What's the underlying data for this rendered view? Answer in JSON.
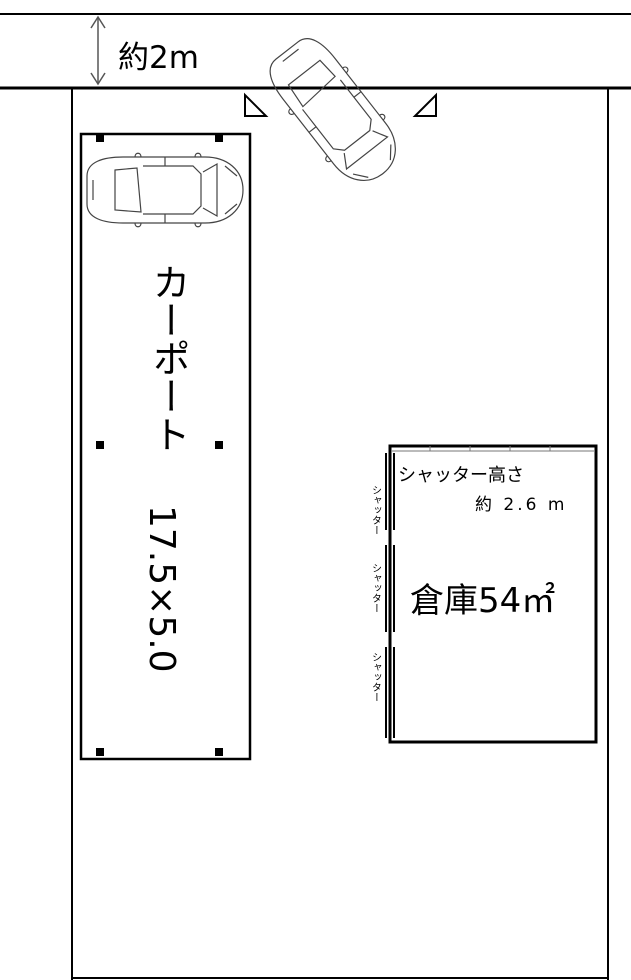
{
  "road": {
    "width_label": "約2m"
  },
  "carport": {
    "label": "カーポート",
    "dimensions": "17.5×5.0"
  },
  "warehouse": {
    "label": "倉庫54㎡",
    "shutter_height_title": "シャッター高さ",
    "shutter_height_value": "約 2.6 m",
    "shutter_labels": [
      "シャッター",
      "シャッター",
      "シャッター"
    ]
  }
}
